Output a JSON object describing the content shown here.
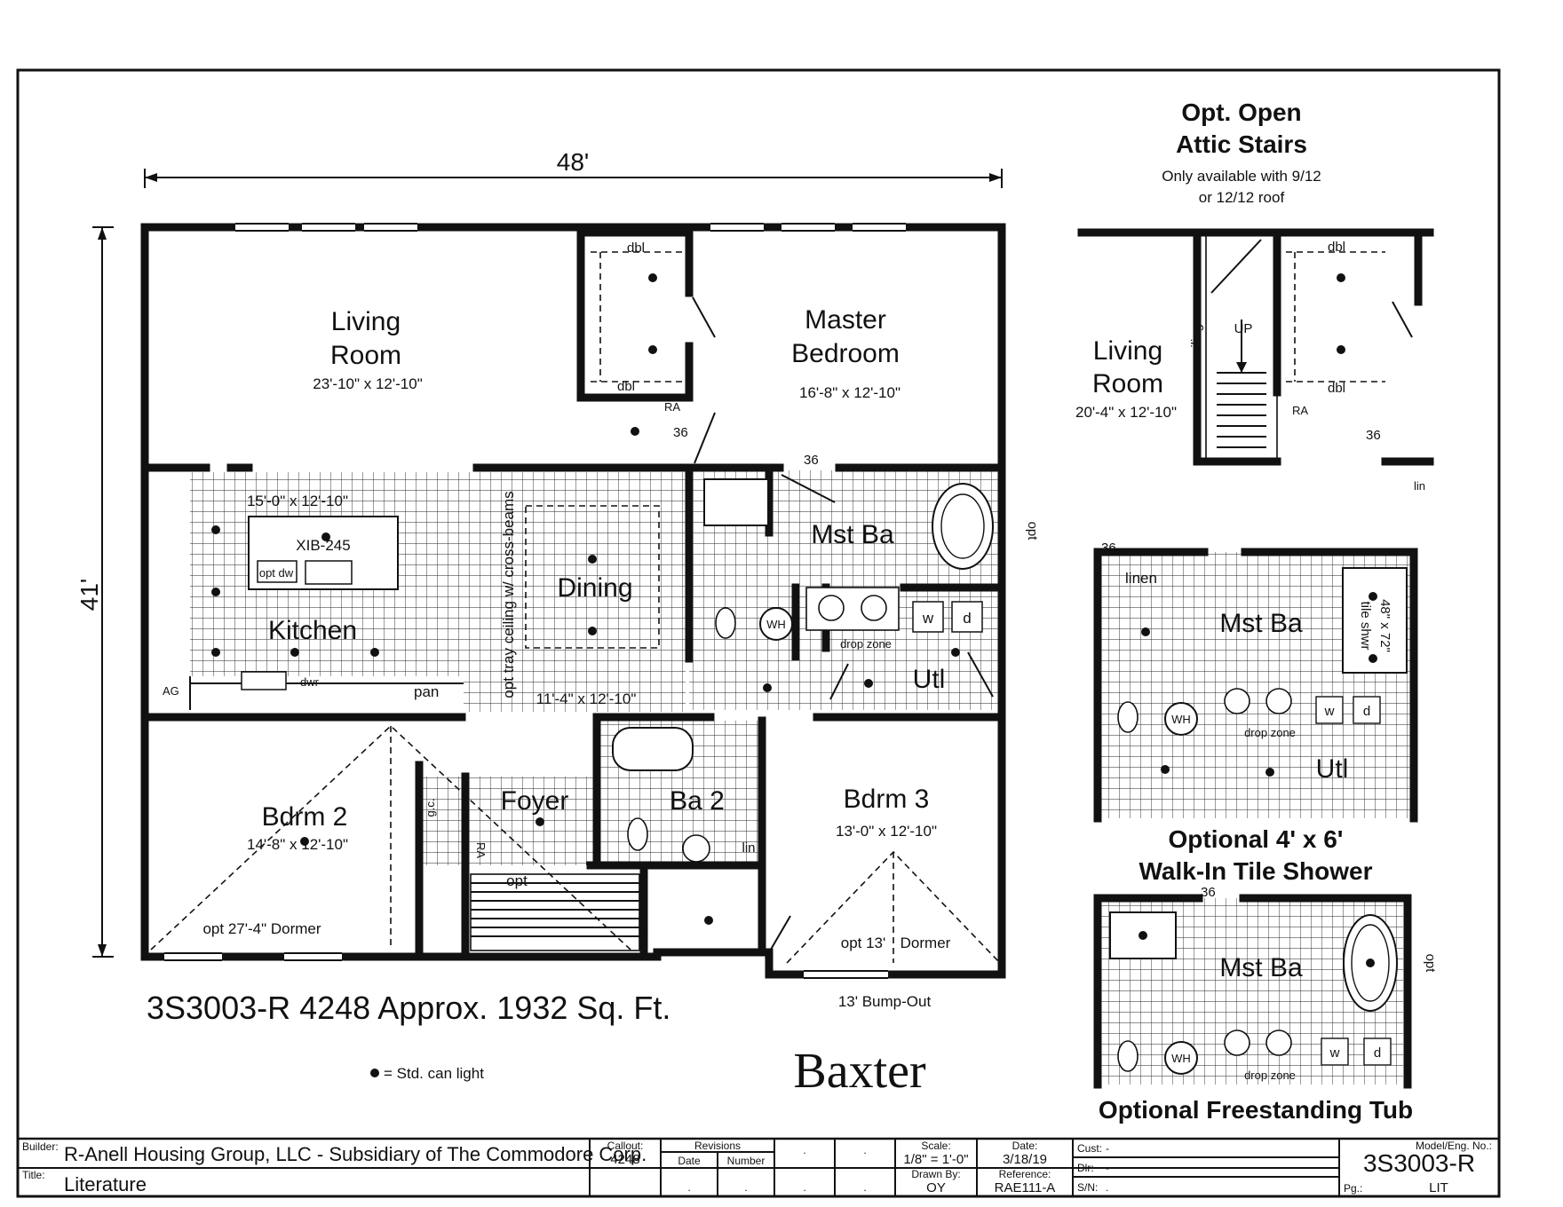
{
  "plan": {
    "dims": {
      "width": "48'",
      "depth": "41'"
    },
    "rooms": {
      "living": {
        "name_line1": "Living",
        "name_line2": "Room",
        "size": "23'-10\" x 12'-10\""
      },
      "master": {
        "name_line1": "Master",
        "name_line2": "Bedroom",
        "size": "16'-8\" x 12'-10\""
      },
      "kitchen": {
        "name": "Kitchen",
        "size": "15'-0\" x 12'-10\"",
        "island": "XIB-245",
        "opt_dw": "opt dw",
        "dwr": "dwr",
        "ag": "AG",
        "pan": "pan"
      },
      "dining": {
        "name": "Dining",
        "size": "11'-4\" x 12'-10\"",
        "tray": "opt tray ceiling w/ cross-beams"
      },
      "mst_ba": {
        "name": "Mst Ba",
        "opt": "opt"
      },
      "utl": {
        "name": "Utl",
        "washer": "w",
        "dryer": "d",
        "drop_zone": "drop zone",
        "wh": "WH"
      },
      "bdrm2": {
        "name": "Bdrm 2",
        "size": "14'-8\" x 12'-10\"",
        "dormer": "opt 27'-4\" Dormer",
        "gc": "g.c.",
        "ra": "RA"
      },
      "foyer": {
        "name": "Foyer",
        "opt": "opt"
      },
      "ba2": {
        "name": "Ba 2",
        "lin": "lin"
      },
      "bdrm3": {
        "name": "Bdrm 3",
        "size": "13'-0\" x 12'-10\"",
        "dormer_a": "opt 13'",
        "dormer_b": "Dormer",
        "bumpout": "13' Bump-Out"
      }
    },
    "closet": {
      "dbl_top": "dbl",
      "dbl_bottom": "dbl",
      "ra": "RA",
      "door36a": "36",
      "door36b": "36"
    },
    "title": "3S3003-R 4248  Approx. 1932 Sq. Ft.",
    "legend": "= Std. can light",
    "model_name": "Baxter"
  },
  "opt_attic": {
    "title_line1": "Opt. Open",
    "title_line2": "Attic Stairs",
    "note_line1": "Only available with 9/12",
    "note_line2": "or 12/12 roof",
    "living_line1": "Living",
    "living_line2": "Room",
    "size": "20'-4\" x 12'-10\"",
    "railing": "railing",
    "up": "UP",
    "dbl_top": "dbl",
    "dbl_bottom": "dbl",
    "ra": "RA",
    "door36": "36",
    "lin": "lin"
  },
  "opt_shower": {
    "door36": "36",
    "linen": "linen",
    "name": "Mst Ba",
    "shower": "48\" x 72\"",
    "shower2": "tile shwr",
    "wh": "WH",
    "drop_zone": "drop zone",
    "w": "w",
    "d": "d",
    "utl": "Utl",
    "caption_line1": "Optional 4' x 6'",
    "caption_line2": "Walk-In Tile Shower"
  },
  "opt_tub": {
    "top": "36",
    "name": "Mst Ba",
    "opt": "opt",
    "wh": "WH",
    "drop_zone": "drop zone",
    "w": "w",
    "d": "d",
    "caption": "Optional Freestanding Tub"
  },
  "title_block": {
    "builder_label": "Builder:",
    "builder": "R-Anell Housing Group, LLC - Subsidiary of The Commodore Corp.",
    "title_label": "Title:",
    "title": "Literature",
    "callout_label": "Callout:",
    "callout": "4248",
    "revisions_label": "Revisions",
    "date_col": "Date",
    "number_col": "Number",
    "dot": ".",
    "scale_label": "Scale:",
    "scale": "1/8\" = 1'-0\"",
    "date_label": "Date:",
    "date": "3/18/19",
    "drawn_label": "Drawn By:",
    "drawn": "OY",
    "reference_label": "Reference:",
    "reference": "RAE111-A",
    "cust_label": "Cust:",
    "cust": "-",
    "dlr_label": "Dlr:",
    "dlr": "-",
    "sn_label": "S/N:",
    "sn": ".",
    "model_label": "Model/Eng. No.:",
    "model": "3S3003-R",
    "pg_label": "Pg.:",
    "pg": "LIT"
  },
  "colors": {
    "ink": "#111111",
    "paper": "#ffffff"
  },
  "icons": [
    "can-light-dot-icon",
    "tub-icon",
    "toilet-icon",
    "sink-icon",
    "water-heater-icon",
    "range-icon"
  ]
}
